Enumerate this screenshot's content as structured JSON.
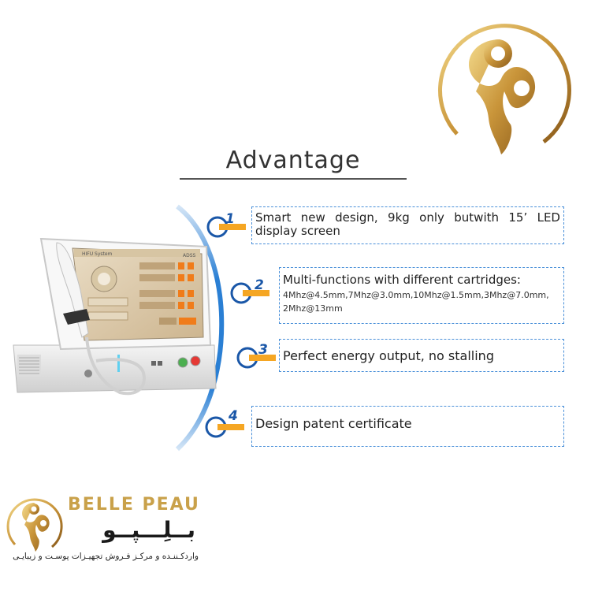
{
  "title": "Advantage",
  "features": [
    {
      "number": "1",
      "text_line1": "Smart new design, 9kg only butwith 15’ LED",
      "text_line2": "display screen"
    },
    {
      "number": "2",
      "text": "Multi-functions with different cartridges:",
      "detail_line1": "4Mhz@4.5mm,7Mhz@3.0mm,10Mhz@1.5mm,3Mhz@7.0mm,",
      "detail_line2": "2Mhz@13mm"
    },
    {
      "number": "3",
      "text": "Perfect energy output, no stalling"
    },
    {
      "number": "4",
      "text": "Design patent certificate"
    }
  ],
  "device_screen": {
    "title": "HIFU System",
    "brand": "ADSS"
  },
  "brand": {
    "name_en": "BELLE PEAU",
    "name_fa": "بــلِـــپــو",
    "tagline_fa": "واردکـننـده و مرکـز فـروش تجهیـزات پوسـت و زیبایـی"
  },
  "colors": {
    "gold": "#c9a14a",
    "blue_arc": "#2a7fd4",
    "orange_bar": "#f5a623",
    "marker_blue": "#1a57a8"
  },
  "icons": [
    "monogram-logo-icon",
    "device-image",
    "number-marker-icon"
  ]
}
